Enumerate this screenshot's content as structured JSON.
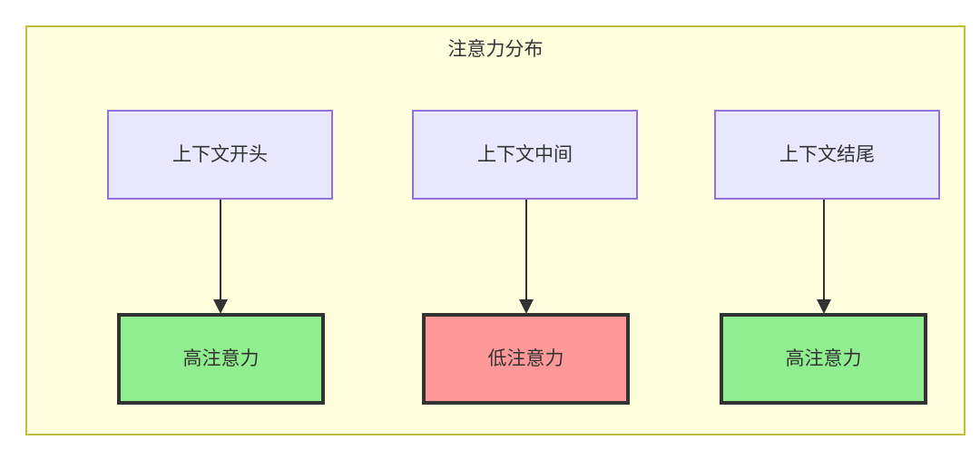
{
  "diagram": {
    "title": "注意力分布",
    "colors": {
      "container_fill": "#ffffdd",
      "container_border": "#bfbf3f",
      "source_fill": "#e8e8fd",
      "source_border": "#9370db",
      "high_attention_fill": "#90ee90",
      "low_attention_fill": "#ff9999",
      "node_border_dark": "#333333",
      "edge": "#333333",
      "text": "#333333"
    },
    "columns": [
      {
        "source_label": "上下文开头",
        "sink_label": "高注意力",
        "sink_state": "high"
      },
      {
        "source_label": "上下文中间",
        "sink_label": "低注意力",
        "sink_state": "low"
      },
      {
        "source_label": "上下文结尾",
        "sink_label": "高注意力",
        "sink_state": "high"
      }
    ]
  }
}
